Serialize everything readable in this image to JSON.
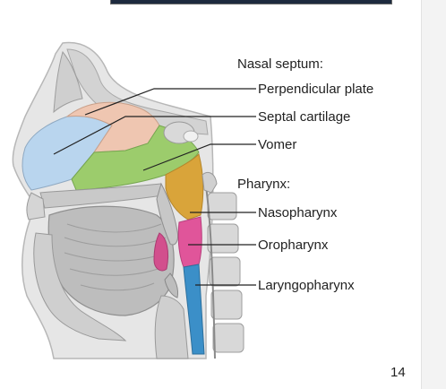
{
  "labels": {
    "nasal_septum_heading": "Nasal septum:",
    "perpendicular_plate": "Perpendicular plate",
    "septal_cartilage": "Septal cartilage",
    "vomer": "Vomer",
    "pharynx_heading": "Pharynx:",
    "nasopharynx": "Nasopharynx",
    "oropharynx": "Oropharynx",
    "laryngopharynx": "Laryngopharynx"
  },
  "page_number": "14",
  "colors": {
    "perpendicular_plate": "#efc6b1",
    "septal_cartilage": "#b9d5ee",
    "vomer": "#9ccc6c",
    "nasopharynx": "#d9a43a",
    "oropharynx": "#e0559a",
    "laryngopharynx": "#3b8fc8"
  }
}
